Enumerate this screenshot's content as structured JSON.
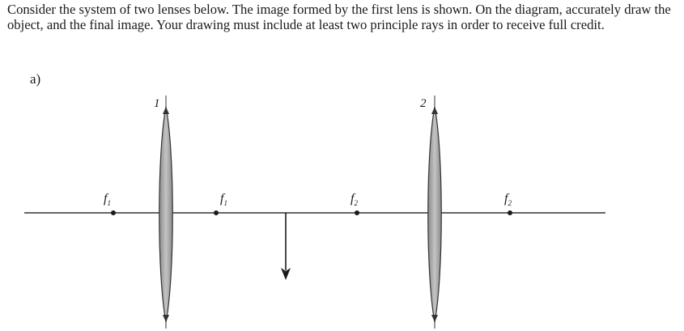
{
  "question": {
    "text": "Consider the system of two lenses below. The image formed by the first lens is shown. On the diagram, accurately draw the object, and the final image. Your drawing must include at least two principle rays in order to receive full credit."
  },
  "part": {
    "label": "a)"
  },
  "diagram": {
    "lenses": [
      {
        "label": "1"
      },
      {
        "label": "2"
      }
    ],
    "focal_points": [
      {
        "letter": "f",
        "subscript": "1"
      },
      {
        "letter": "f",
        "subscript": "1"
      },
      {
        "letter": "f",
        "subscript": "2"
      },
      {
        "letter": "f",
        "subscript": "2"
      }
    ],
    "colors": {
      "lens_fill": "#b8b8b8",
      "lens_stroke": "#333333",
      "axis": "#333333",
      "arrow": "#1a1a1a"
    }
  }
}
